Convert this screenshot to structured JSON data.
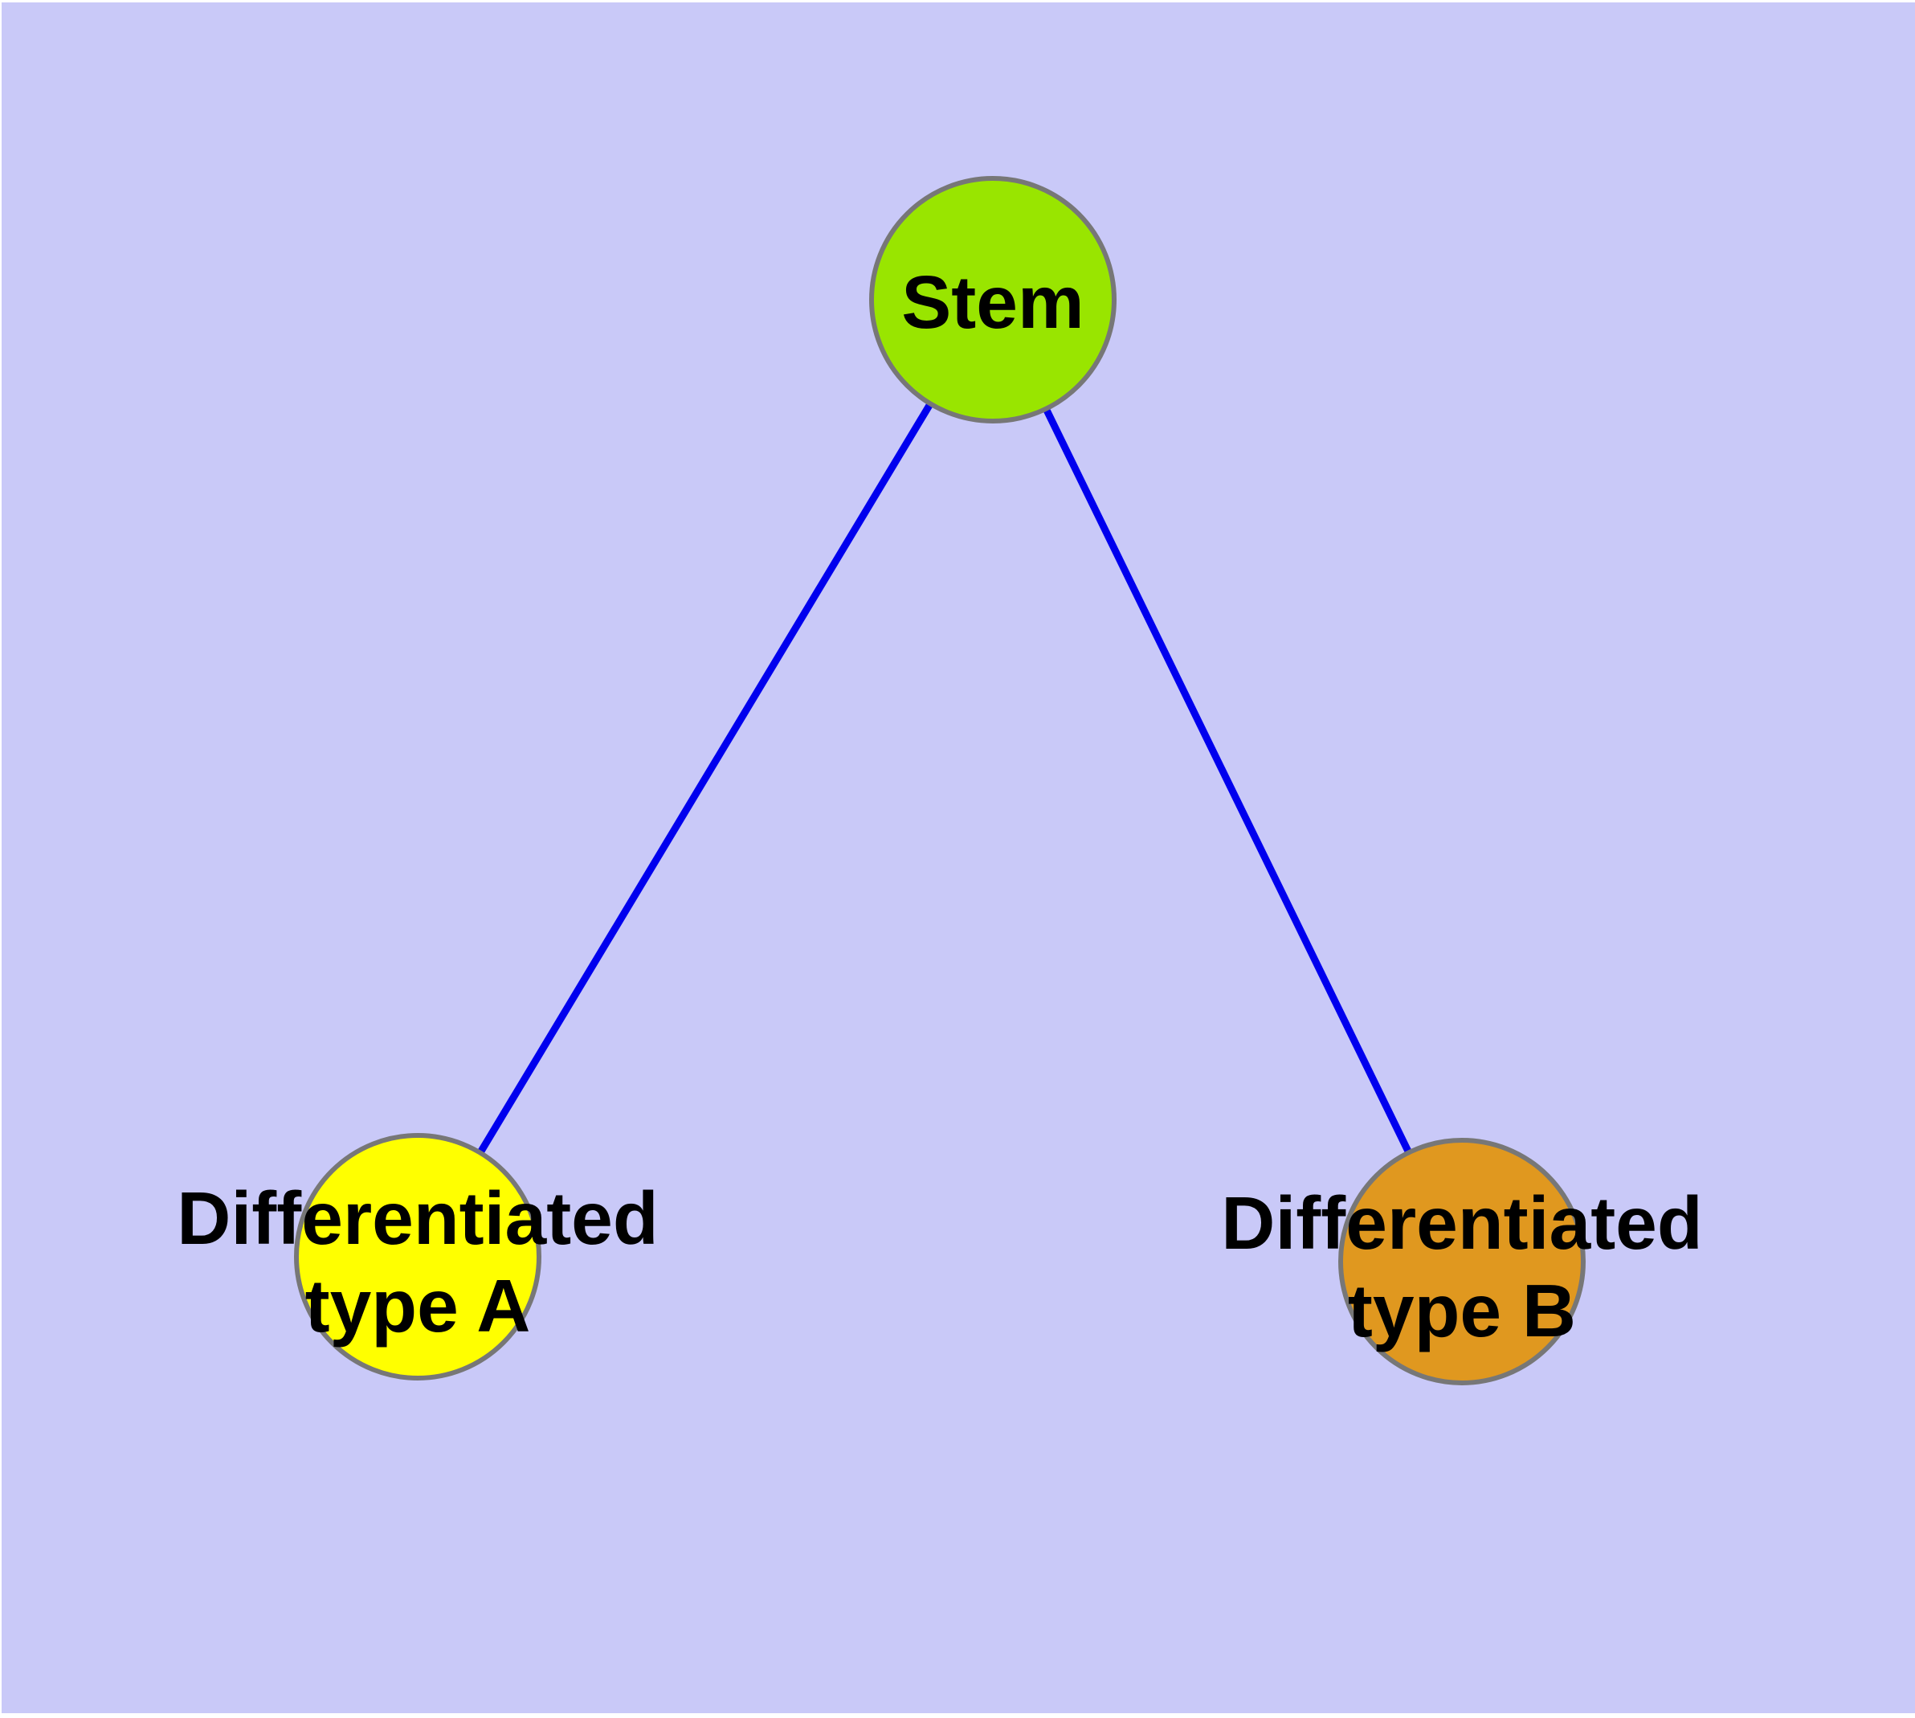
{
  "diagram": {
    "title": "stem-cell-differentiation-graph",
    "background_color": "#C9C9F8",
    "page_margin_color": "#FFFFFF",
    "edge_color": "#0000EE",
    "node_border_color": "#777777",
    "label_color": "#000000",
    "nodes": [
      {
        "id": "stem",
        "label": "Stem",
        "label_lines": {
          "line1": "Stem",
          "line2": ""
        },
        "fill": "#99E500"
      },
      {
        "id": "differentiated-type-a",
        "label": "Differentiated type A",
        "label_lines": {
          "line1": "Differentiated",
          "line2": "type A"
        },
        "fill": "#FFFF00"
      },
      {
        "id": "differentiated-type-b",
        "label": "Differentiated type B",
        "label_lines": {
          "line1": "Differentiated",
          "line2": "type B"
        },
        "fill": "#E0981F"
      }
    ],
    "edges": [
      {
        "from": "Stem",
        "to": "Differentiated type A"
      },
      {
        "from": "Stem",
        "to": "Differentiated type B"
      }
    ]
  }
}
